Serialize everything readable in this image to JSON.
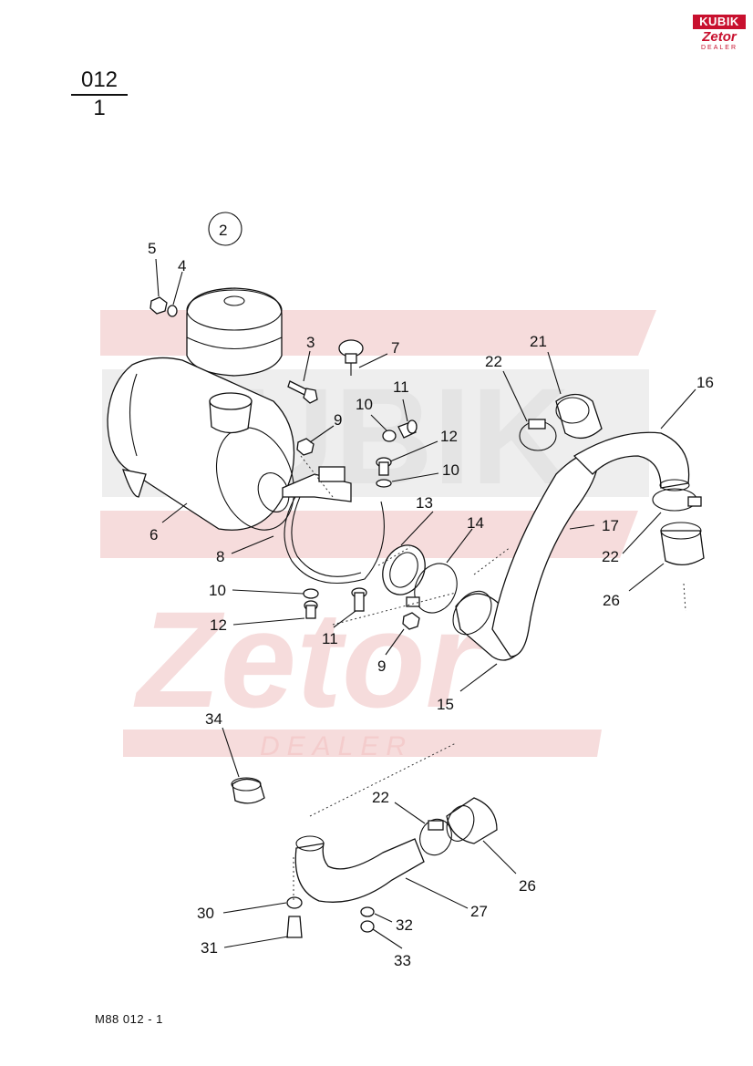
{
  "header": {
    "numerator": "012",
    "denominator": "1"
  },
  "logo": {
    "brand": "KUBIK",
    "sub": "Zetor",
    "tag": "DEALER"
  },
  "watermark": {
    "brand": "KUBIK",
    "word": "Zetor",
    "dealer": "DEALER"
  },
  "variant_marker": "2",
  "callouts": [
    "5",
    "4",
    "3",
    "7",
    "11",
    "10",
    "9",
    "12",
    "10",
    "21",
    "22",
    "16",
    "6",
    "8",
    "13",
    "14",
    "17",
    "22",
    "26",
    "10",
    "12",
    "11",
    "9",
    "15",
    "34",
    "22",
    "26",
    "30",
    "27",
    "32",
    "31",
    "33"
  ],
  "footer": {
    "code": "M88  012 - 1"
  },
  "colors": {
    "logo_red": "#c8102e",
    "watermark_red": "#f6dcdc",
    "watermark_grey": "#eeeeee"
  }
}
